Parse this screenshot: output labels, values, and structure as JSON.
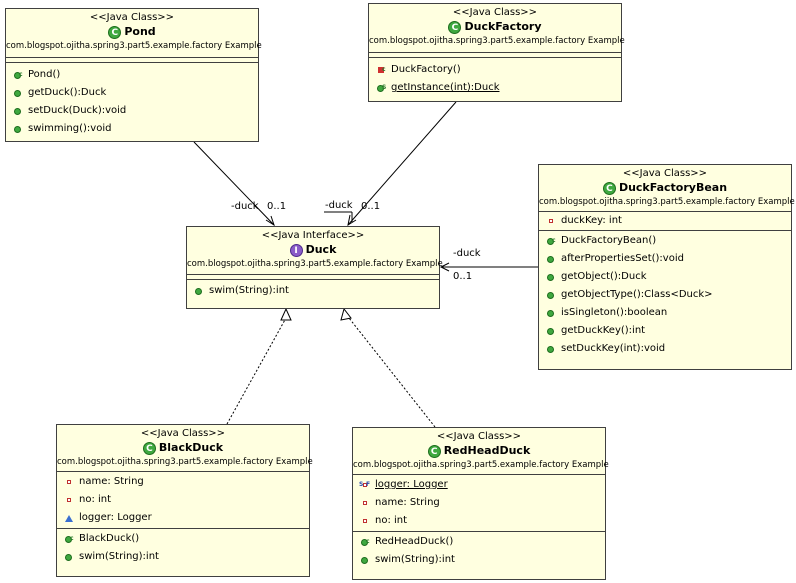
{
  "classes": {
    "pond": {
      "stereotype": "<<Java Class>>",
      "name": "Pond",
      "package": "com.blogspot.ojitha.spring3.part5.example.factory Example",
      "methods": [
        "Pond()",
        "getDuck():Duck",
        "setDuck(Duck):void",
        "swimming():void"
      ]
    },
    "duckfactory": {
      "stereotype": "<<Java Class>>",
      "name": "DuckFactory",
      "package": "com.blogspot.ojitha.spring3.part5.example.factory Example",
      "methods": [
        "DuckFactory()",
        "getInstance(int):Duck"
      ]
    },
    "duckfactorybean": {
      "stereotype": "<<Java Class>>",
      "name": "DuckFactoryBean",
      "package": "com.blogspot.ojitha.spring3.part5.example.factory Example",
      "fields": [
        "duckKey: int"
      ],
      "methods": [
        "DuckFactoryBean()",
        "afterPropertiesSet():void",
        "getObject():Duck",
        "getObjectType():Class<Duck>",
        "isSingleton():boolean",
        "getDuckKey():int",
        "setDuckKey(int):void"
      ]
    },
    "duck": {
      "stereotype": "<<Java Interface>>",
      "name": "Duck",
      "package": "com.blogspot.ojitha.spring3.part5.example.factory Example",
      "methods": [
        "swim(String):int"
      ]
    },
    "blackduck": {
      "stereotype": "<<Java Class>>",
      "name": "BlackDuck",
      "package": "com.blogspot.ojitha.spring3.part5.example.factory Example",
      "fields": [
        "name: String",
        "no: int",
        "logger: Logger"
      ],
      "methods": [
        "BlackDuck()",
        "swim(String):int"
      ]
    },
    "redheadduck": {
      "stereotype": "<<Java Class>>",
      "name": "RedHeadDuck",
      "package": "com.blogspot.ojitha.spring3.part5.example.factory Example",
      "fields": [
        "logger: Logger",
        "name: String",
        "no: int"
      ],
      "methods": [
        "RedHeadDuck()",
        "swim(String):int"
      ]
    }
  },
  "links": {
    "pond_role": "-duck",
    "pond_mult": "0..1",
    "factory_role": "-duck",
    "factory_mult": "0..1",
    "bean_role": "-duck",
    "bean_mult": "0..1"
  },
  "colors": {
    "box_fill": "#ffffe0",
    "border": "#404040",
    "class_icon": "#3fa83f",
    "interface_icon": "#8a5cc8"
  }
}
